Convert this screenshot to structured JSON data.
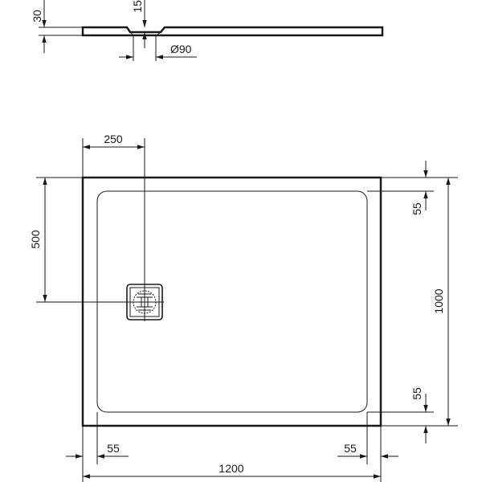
{
  "profile_view": {
    "dim_height": "30",
    "dim_drain_depth": "15",
    "dim_drain_diameter": "Ø90"
  },
  "plan_view": {
    "dim_drain_x": "250",
    "dim_drain_y": "500",
    "dim_depth": "1000",
    "dim_width": "1200",
    "dim_rim_top": "55",
    "dim_rim_bottom": "55",
    "dim_rim_left": "55",
    "dim_rim_right": "55"
  }
}
